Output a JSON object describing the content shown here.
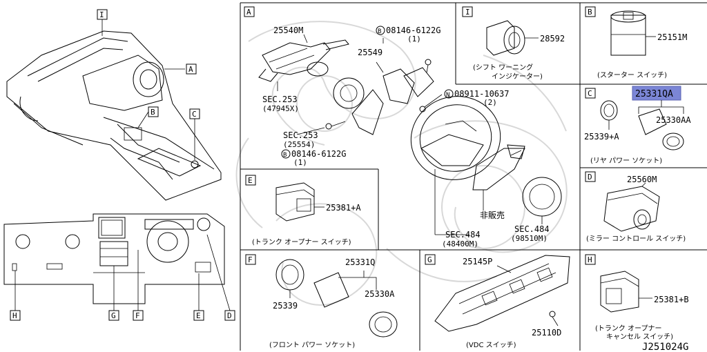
{
  "overview": {
    "tags": [
      "I",
      "A",
      "B",
      "C",
      "H",
      "G",
      "F",
      "E",
      "D"
    ]
  },
  "panels": {
    "A": {
      "tag": "A",
      "parts": {
        "p25540m": "25540M",
        "p08146_top": "08146-6122G",
        "p08146_top_qty": "(1)",
        "p25549": "25549",
        "p08911": "08911-10637",
        "p08911_qty": "(2)",
        "sec253a": "SEC.253",
        "sec253a_sub": "(47945X)",
        "sec253b": "SEC.253",
        "sec253b_sub": "(25554)",
        "p08146_bot": "08146-6122G",
        "p08146_bot_qty": "(1)",
        "hihanbai": "非販売",
        "sec484a": "SEC.484",
        "sec484a_sub": "(48400M)",
        "sec484b": "SEC.484",
        "sec484b_sub": "(98510M)"
      }
    },
    "I": {
      "tag": "I",
      "part": "28592",
      "caption_l1": "(シフト ワーニング",
      "caption_l2": "インジケーター)"
    },
    "B": {
      "tag": "B",
      "part": "25151M",
      "caption": "(スターター スイッチ)"
    },
    "C": {
      "tag": "C",
      "part_highlight": "25331QA",
      "part_a": "25339+A",
      "part_b": "25330AA",
      "caption": "(リヤ パワー ソケット)"
    },
    "D": {
      "tag": "D",
      "part": "25560M",
      "caption": "(ミラー コントロール スイッチ)"
    },
    "E": {
      "tag": "E",
      "part": "25381+A",
      "caption": "(トランク オープナー スイッチ)"
    },
    "F": {
      "tag": "F",
      "part_a": "25331Q",
      "part_b": "25339",
      "part_c": "25330A",
      "caption": "(フロント パワー ソケット)"
    },
    "G": {
      "tag": "G",
      "part_a": "25145P",
      "part_b": "25110D",
      "caption": "(VDC スイッチ)"
    },
    "H": {
      "tag": "H",
      "part": "25381+B",
      "caption_l1": "(トランク オープナー",
      "caption_l2": "キャンセル スイッチ)"
    }
  },
  "footer": {
    "diagram_code": "J251024G"
  },
  "colors": {
    "highlight": "#7b86d6",
    "line": "#000000",
    "watermark": "#d8d8d8"
  }
}
